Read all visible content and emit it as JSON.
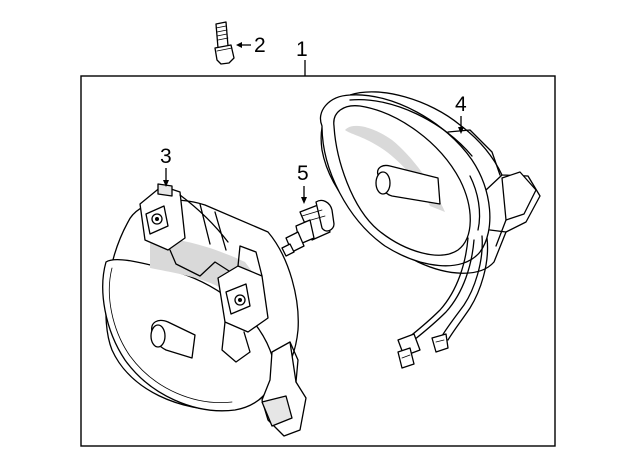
{
  "callouts": [
    {
      "id": "1",
      "text": "1"
    },
    {
      "id": "2",
      "text": "2"
    },
    {
      "id": "3",
      "text": "3"
    },
    {
      "id": "4",
      "text": "4"
    },
    {
      "id": "5",
      "text": "5"
    }
  ],
  "colors": {
    "line": "#000000",
    "background": "#ffffff",
    "shade": "#d9d9d9"
  }
}
